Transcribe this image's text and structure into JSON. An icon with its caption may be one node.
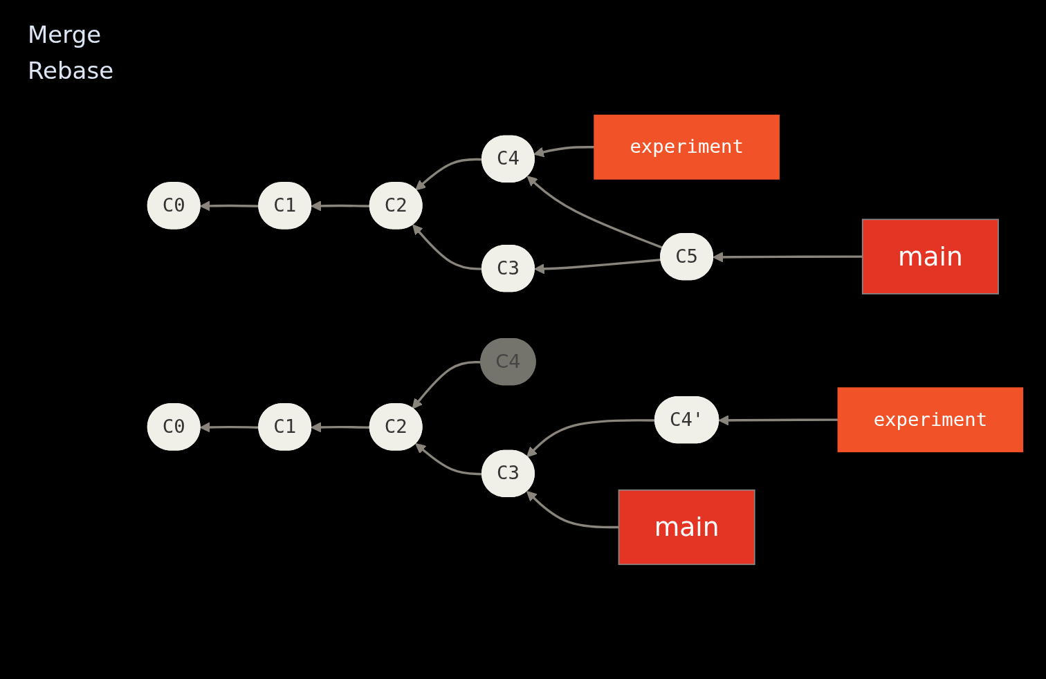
{
  "diagram": {
    "nodes": [
      {
        "text": [
          "experiment"
        ]
      },
      {
        "text": [
          "C4"
        ]
      },
      {
        "text": [
          "C0"
        ]
      },
      {
        "text": [
          "C1"
        ]
      },
      {
        "text": [
          "C2"
        ]
      },
      {
        "text": [
          "C3"
        ]
      },
      {
        "text": [
          "C5"
        ]
      },
      {
        "text": [
          "main"
        ]
      },
      {
        "text": [
          "C4"
        ]
      },
      {
        "text": [
          "experiment"
        ]
      },
      {
        "text": [
          "C0"
        ]
      },
      {
        "text": [
          "C1"
        ]
      },
      {
        "text": [
          "C2"
        ]
      },
      {
        "text": [
          "C3"
        ]
      },
      {
        "text": [
          "C4'"
        ]
      },
      {
        "text": [
          "main"
        ]
      }
    ],
    "edges": [
      {
        "from": 0,
        "to": 1,
        "arrow": "to"
      },
      {
        "from": 1,
        "to": 4,
        "arrow": "to"
      },
      {
        "from": 6,
        "to": 1,
        "arrow": "to"
      },
      {
        "from": 3,
        "to": 2,
        "arrow": "to"
      },
      {
        "from": 4,
        "to": 3,
        "arrow": "to"
      },
      {
        "from": 5,
        "to": 4,
        "arrow": "to"
      },
      {
        "from": 6,
        "to": 5,
        "arrow": "to"
      },
      {
        "from": 7,
        "to": 6,
        "arrow": "to"
      },
      {
        "from": 8,
        "to": 12,
        "arrow": "to"
      },
      {
        "from": 9,
        "to": 14,
        "arrow": "to"
      },
      {
        "from": 11,
        "to": 10,
        "arrow": "to"
      },
      {
        "from": 12,
        "to": 11,
        "arrow": "to"
      },
      {
        "from": 13,
        "to": 12,
        "arrow": "to"
      },
      {
        "from": 14,
        "to": 13,
        "arrow": "to"
      },
      {
        "from": 15,
        "to": 13,
        "arrow": "to"
      }
    ],
    "labels": [
      "Merge",
      "Rebase"
    ]
  }
}
